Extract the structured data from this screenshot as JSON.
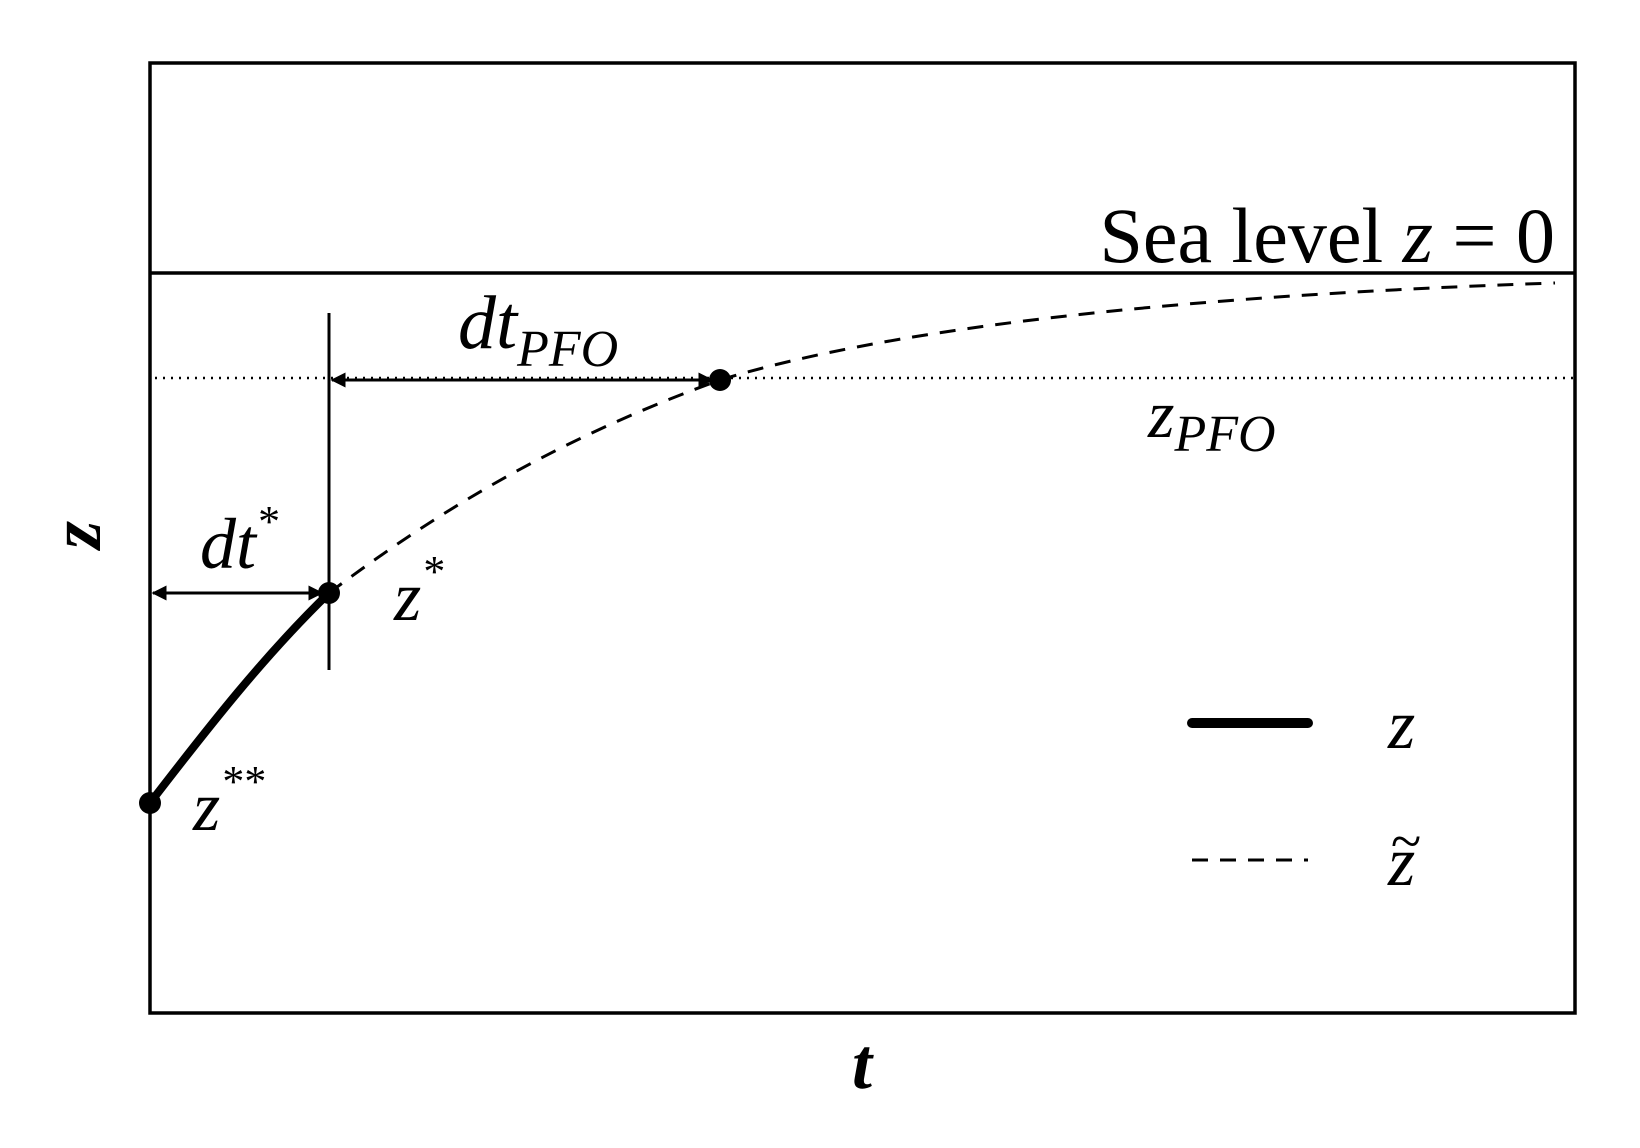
{
  "sea_level": {
    "label_prefix": "Sea level ",
    "label_var": "z",
    "label_suffix": " = 0"
  },
  "axes": {
    "x_label": "t",
    "y_label": "z"
  },
  "dt_pfo": {
    "base": "dt",
    "sub": "PFO"
  },
  "z_pfo": {
    "base": "z",
    "sub": "PFO"
  },
  "dt_star": {
    "base": "dt",
    "sup": "*"
  },
  "z_star": {
    "base": "z",
    "sup": "*"
  },
  "z_double_star": {
    "base": "z",
    "sup": "**"
  },
  "legend": {
    "solid_label": "z",
    "dashed_label": "z",
    "dashed_tilde": "~"
  },
  "colors": {
    "ink": "#000000",
    "background": "#ffffff"
  }
}
